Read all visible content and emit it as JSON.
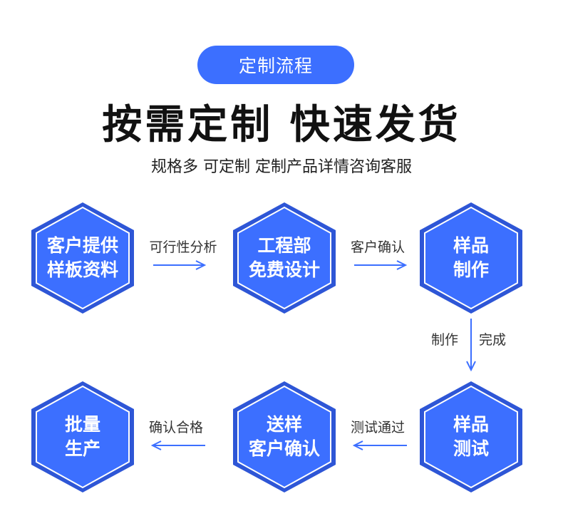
{
  "header": {
    "badge": "定制流程",
    "title": "按需定制 快速发货",
    "subtitle": "规格多 可定制 定制产品详情咨询客服"
  },
  "colors": {
    "accent": "#3c6fff",
    "hex_fill": "#3c6fff",
    "hex_border": "#2e56d6",
    "arrow": "#3c6fff"
  },
  "steps": [
    {
      "line1": "客户提供",
      "line2": "样板资料"
    },
    {
      "line1": "工程部",
      "line2": "免费设计"
    },
    {
      "line1": "样品",
      "line2": "制作"
    },
    {
      "line1": "样品",
      "line2": "测试"
    },
    {
      "line1": "送样",
      "line2": "客户确认"
    },
    {
      "line1": "批量",
      "line2": "生产"
    }
  ],
  "connectors": [
    {
      "label": "可行性分析",
      "direction": "right"
    },
    {
      "label": "客户确认",
      "direction": "right"
    },
    {
      "label_left": "制作",
      "label_right": "完成",
      "direction": "down"
    },
    {
      "label": "测试通过",
      "direction": "left"
    },
    {
      "label": "确认合格",
      "direction": "left"
    }
  ]
}
